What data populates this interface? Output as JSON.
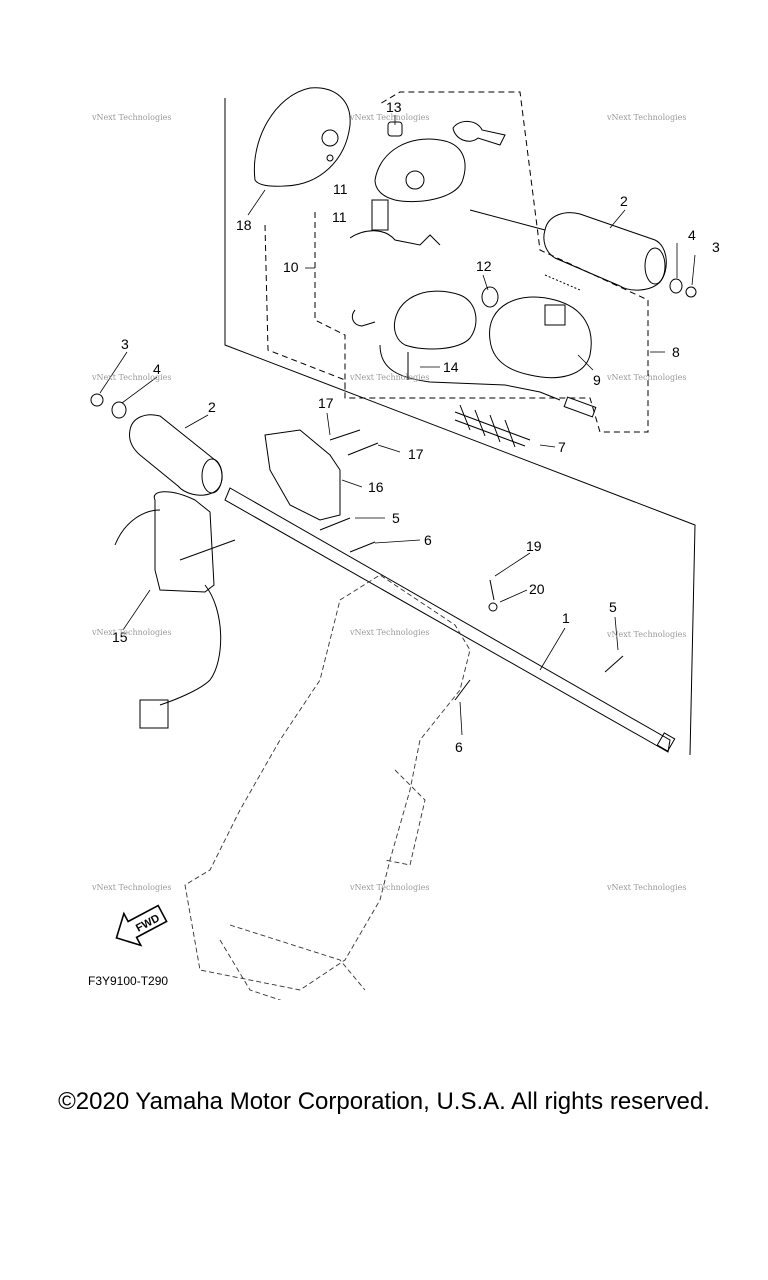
{
  "diagram": {
    "callouts": [
      "13",
      "11",
      "11",
      "10",
      "18",
      "2",
      "4",
      "3",
      "12",
      "8",
      "9",
      "14",
      "7",
      "3",
      "4",
      "2",
      "17",
      "17",
      "16",
      "5",
      "6",
      "19",
      "20",
      "1",
      "5",
      "15",
      "6"
    ],
    "fwd_label": "FWD",
    "figure_code": "F3Y9100-T290",
    "watermark": "vNext Technologies"
  },
  "footer": {
    "copyright": "©2020 Yamaha Motor Corporation, U.S.A. All rights reserved."
  }
}
